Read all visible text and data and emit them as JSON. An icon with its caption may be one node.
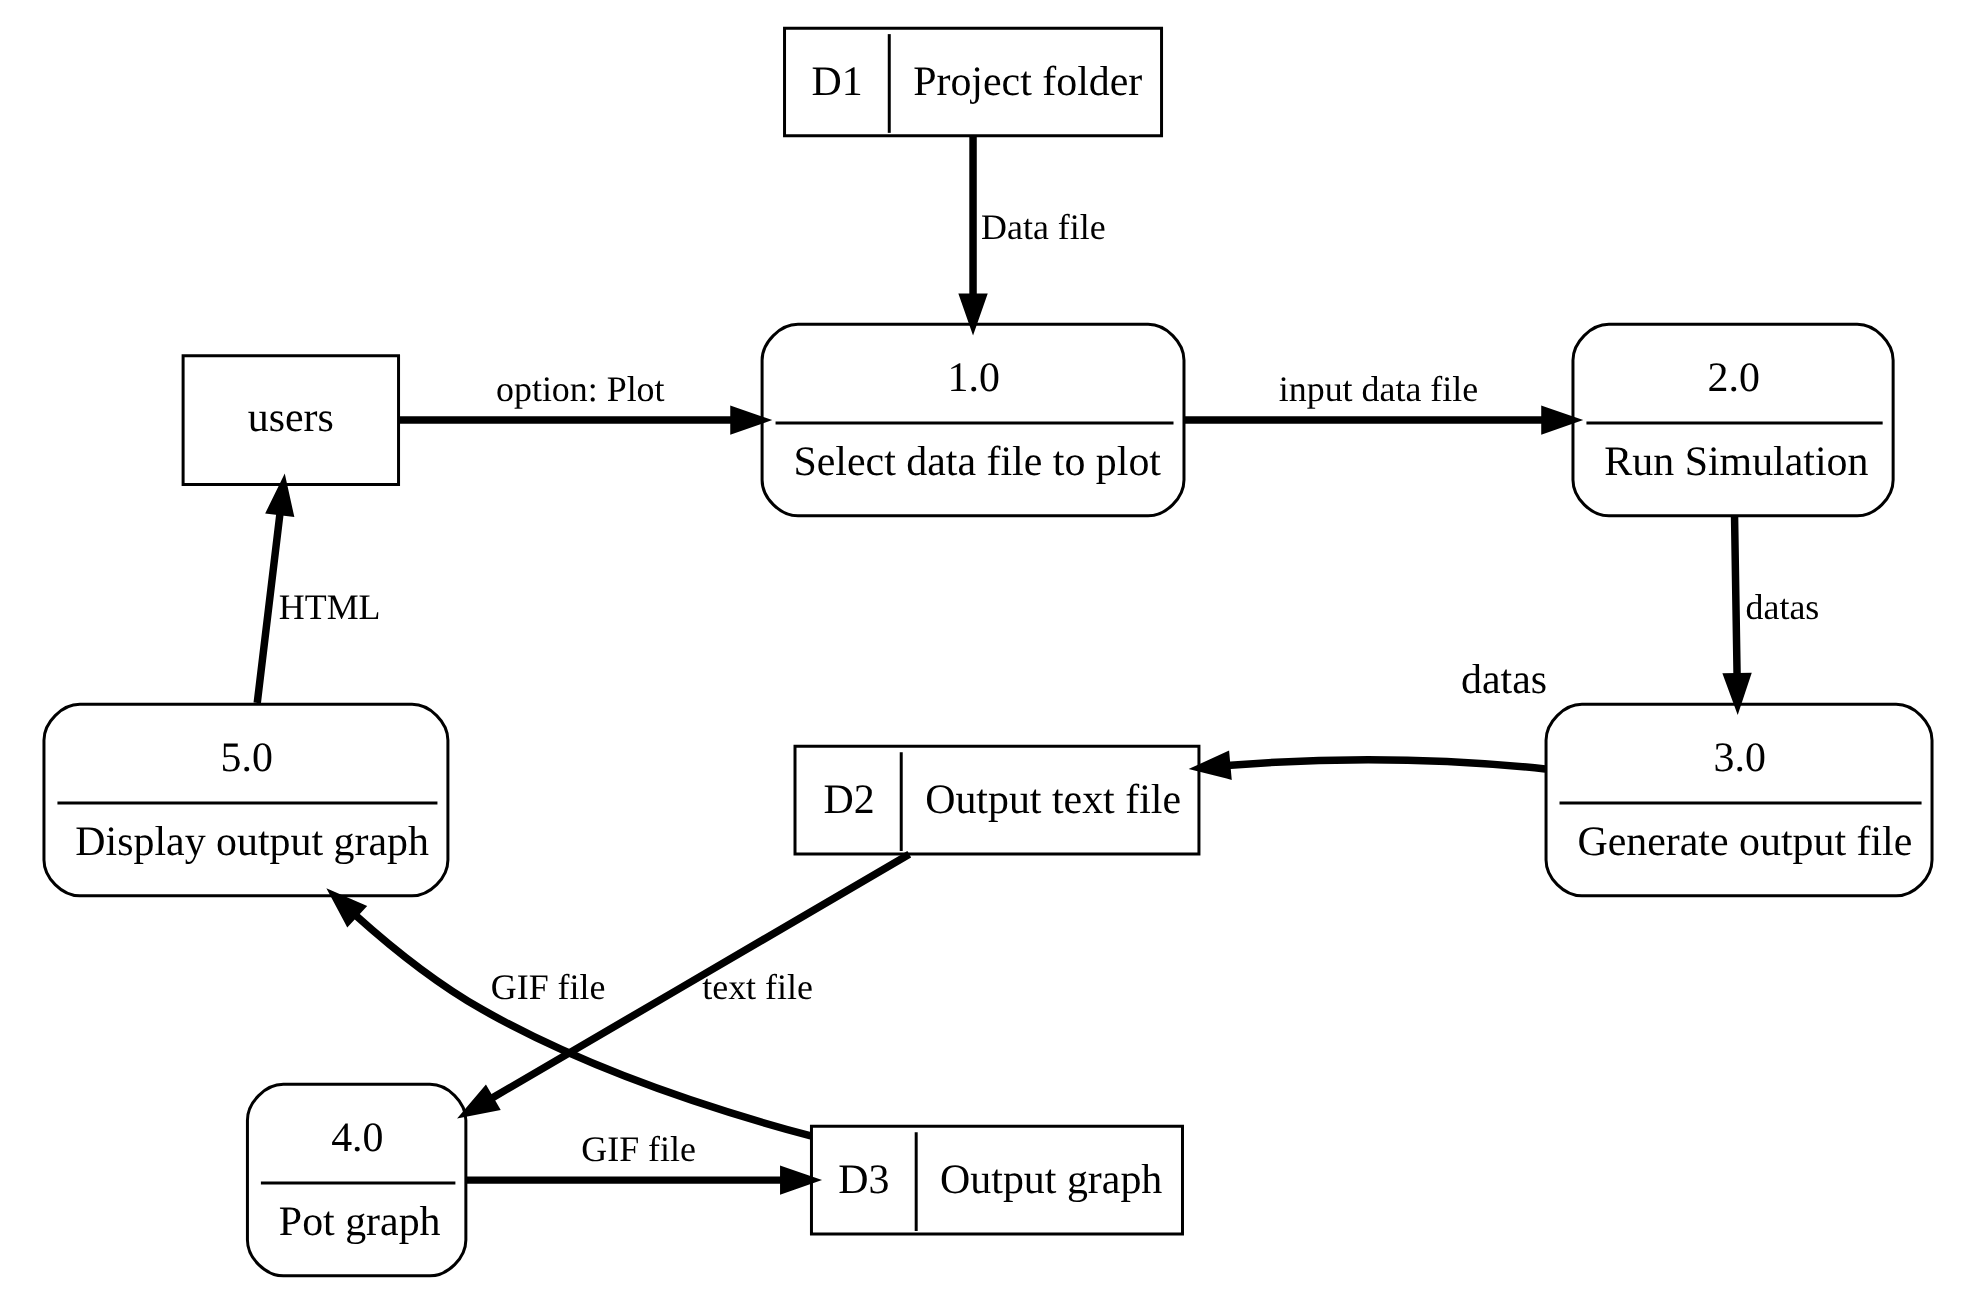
{
  "diagram": {
    "nodes": [
      {
        "text": [
          "users"
        ]
      },
      {
        "text": [
          "1.0",
          "Select data file to plot"
        ]
      },
      {
        "text": [
          "2.0",
          "Run Simulation"
        ]
      },
      {
        "text": [
          "D1",
          "Project folder"
        ]
      },
      {
        "text": [
          "3.0",
          "Generate output file"
        ],
        "beside": [
          "datas"
        ]
      },
      {
        "text": [
          "D2",
          "Output text file"
        ]
      },
      {
        "text": [
          "5.0",
          "Display output graph"
        ]
      },
      {
        "text": [
          "D3",
          "Output graph"
        ]
      },
      {
        "text": [
          "4.0",
          "Pot graph"
        ]
      }
    ],
    "edges": [
      {
        "from": 0,
        "to": 1,
        "arrow": "to",
        "label": "option: Plot"
      },
      {
        "from": 1,
        "to": 2,
        "arrow": "to",
        "label": "input data file"
      },
      {
        "from": 3,
        "to": 1,
        "arrow": "to",
        "label": "Data file"
      },
      {
        "from": 2,
        "to": 4,
        "arrow": "to",
        "label": "datas"
      },
      {
        "from": 4,
        "to": 5,
        "arrow": "to"
      },
      {
        "from": 5,
        "to": 8,
        "arrow": "to",
        "label": "text file"
      },
      {
        "from": 8,
        "to": 7,
        "arrow": "to",
        "label": "GIF file"
      },
      {
        "from": 7,
        "to": 6,
        "arrow": "to",
        "label": "GIF file"
      },
      {
        "from": 6,
        "to": 0,
        "arrow": "to",
        "label": "HTML"
      }
    ]
  }
}
